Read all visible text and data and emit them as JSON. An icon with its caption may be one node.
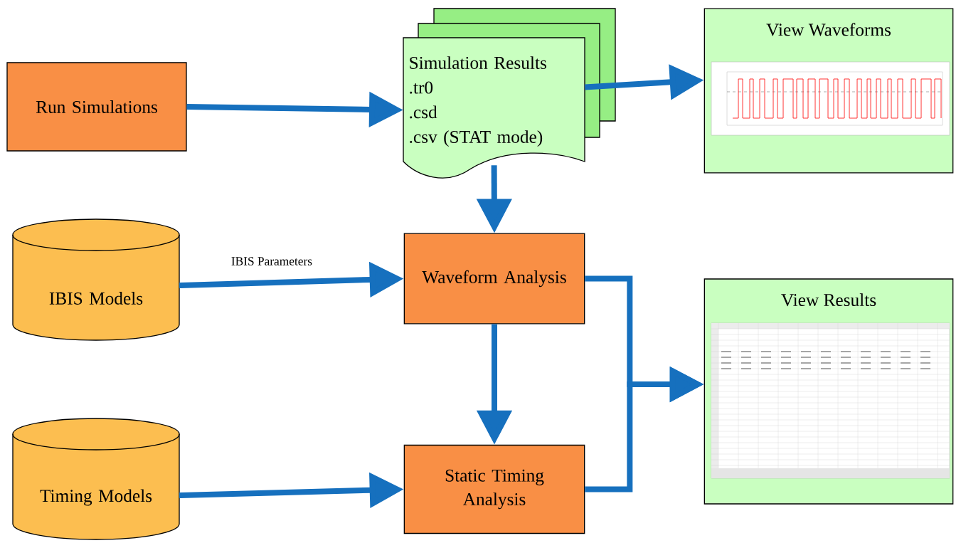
{
  "diagram": {
    "nodes": [
      {
        "text": [
          "Run Simulations"
        ]
      },
      {
        "text": [
          "Simulation Results",
          ".tr0",
          ".csd",
          ".csv (STAT mode)"
        ]
      },
      {
        "text": [
          "View Waveforms"
        ]
      },
      {
        "text": [
          "IBIS Models"
        ]
      },
      {
        "text": [
          "Waveform Analysis"
        ]
      },
      {
        "text": [
          "View Results"
        ]
      },
      {
        "text": [
          "Timing Models"
        ]
      },
      {
        "text": [
          "Static Timing Analysis"
        ]
      }
    ],
    "edges": [
      {
        "from": 0,
        "to": 1,
        "arrow": "to"
      },
      {
        "from": 1,
        "to": 2,
        "arrow": "to"
      },
      {
        "from": 1,
        "to": 4,
        "arrow": "to"
      },
      {
        "from": 3,
        "to": 4,
        "arrow": "to",
        "label": "IBIS Parameters"
      },
      {
        "from": 4,
        "to": 7,
        "arrow": "to"
      },
      {
        "from": 6,
        "to": 7,
        "arrow": "to"
      },
      {
        "from": 4,
        "to": 5,
        "arrow": "to"
      },
      {
        "from": 7,
        "to": 5,
        "arrow": "to"
      }
    ]
  }
}
